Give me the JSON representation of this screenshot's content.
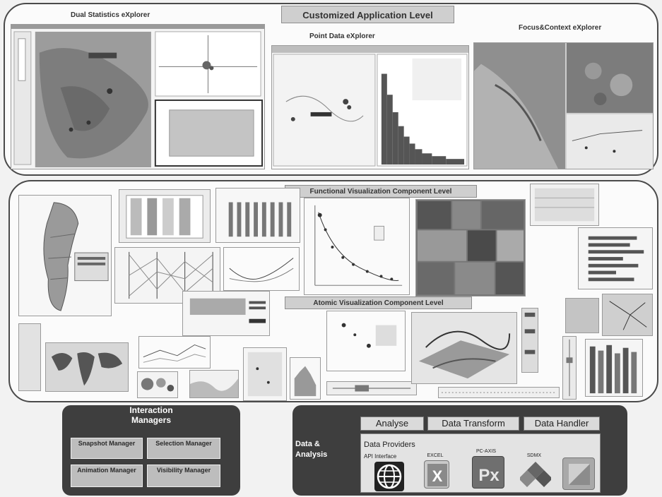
{
  "customized": {
    "title": "Customized Application Level",
    "apps": [
      "Dual Statistics eXplorer",
      "Point Data eXplorer",
      "Focus&Context eXplorer"
    ]
  },
  "functional": {
    "title": "Functional Visualization Component Level"
  },
  "atomic": {
    "title": "Atomic Visualization Component Level"
  },
  "interaction": {
    "title": "Interaction Managers",
    "managers": [
      "Snapshot Manager",
      "Selection Manager",
      "Animation Manager",
      "Visibility Manager"
    ]
  },
  "data": {
    "title": "Data & Analysis",
    "headers": [
      "Analyse",
      "Data Transform",
      "Data Handler"
    ],
    "providers_label": "Data Providers",
    "providers": [
      "API Interface",
      "EXCEL",
      "PC-AXIS",
      "SDMX"
    ]
  },
  "colors": {
    "dark_panel": "#3e3e3e",
    "manager_box": "#bdbdbd",
    "badge": "#cfcfcf"
  }
}
